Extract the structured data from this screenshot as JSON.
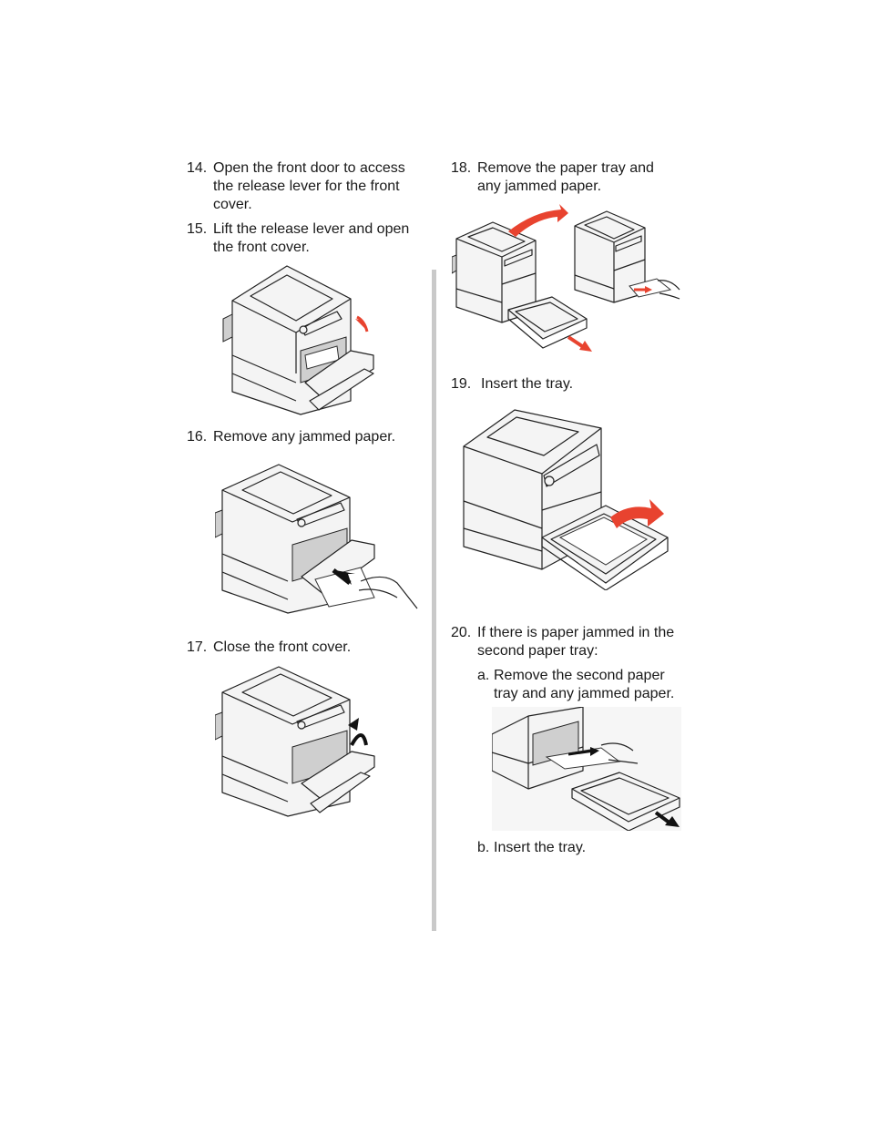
{
  "steps": {
    "s14": {
      "num": "14.",
      "lines": [
        "Open the front door to access",
        "the release lever for the front",
        "cover."
      ]
    },
    "s15": {
      "num": "15.",
      "lines": [
        "Lift the release lever and open",
        "the front cover."
      ]
    },
    "s16": {
      "num": "16.",
      "lines": [
        "Remove any jammed paper."
      ]
    },
    "s17": {
      "num": "17.",
      "lines": [
        "Close the front cover."
      ]
    },
    "s18": {
      "num": "18.",
      "lines": [
        "Remove the paper tray and",
        "any jammed paper."
      ]
    },
    "s19": {
      "num": "19.",
      "lines": [
        "Insert the tray."
      ]
    },
    "s20": {
      "num": "20.",
      "lines": [
        "If there is paper jammed in the",
        "second paper tray:"
      ]
    },
    "s20a": {
      "num": "a.",
      "lines": [
        "Remove the second paper",
        "tray and any jammed paper."
      ]
    },
    "s20b": {
      "num": "b.",
      "lines": [
        "Insert the tray."
      ]
    }
  },
  "colors": {
    "arrow_red": "#e8432f",
    "arrow_black": "#111111",
    "divider": "#c9c9c9"
  },
  "icons": {
    "fig15": "printer-front-cover-open-illustration",
    "fig16": "printer-remove-jammed-paper-illustration",
    "fig17": "printer-close-front-cover-illustration",
    "fig18": "printer-remove-paper-tray-illustration",
    "fig19": "printer-insert-tray-illustration",
    "fig20a": "printer-remove-second-tray-illustration"
  }
}
